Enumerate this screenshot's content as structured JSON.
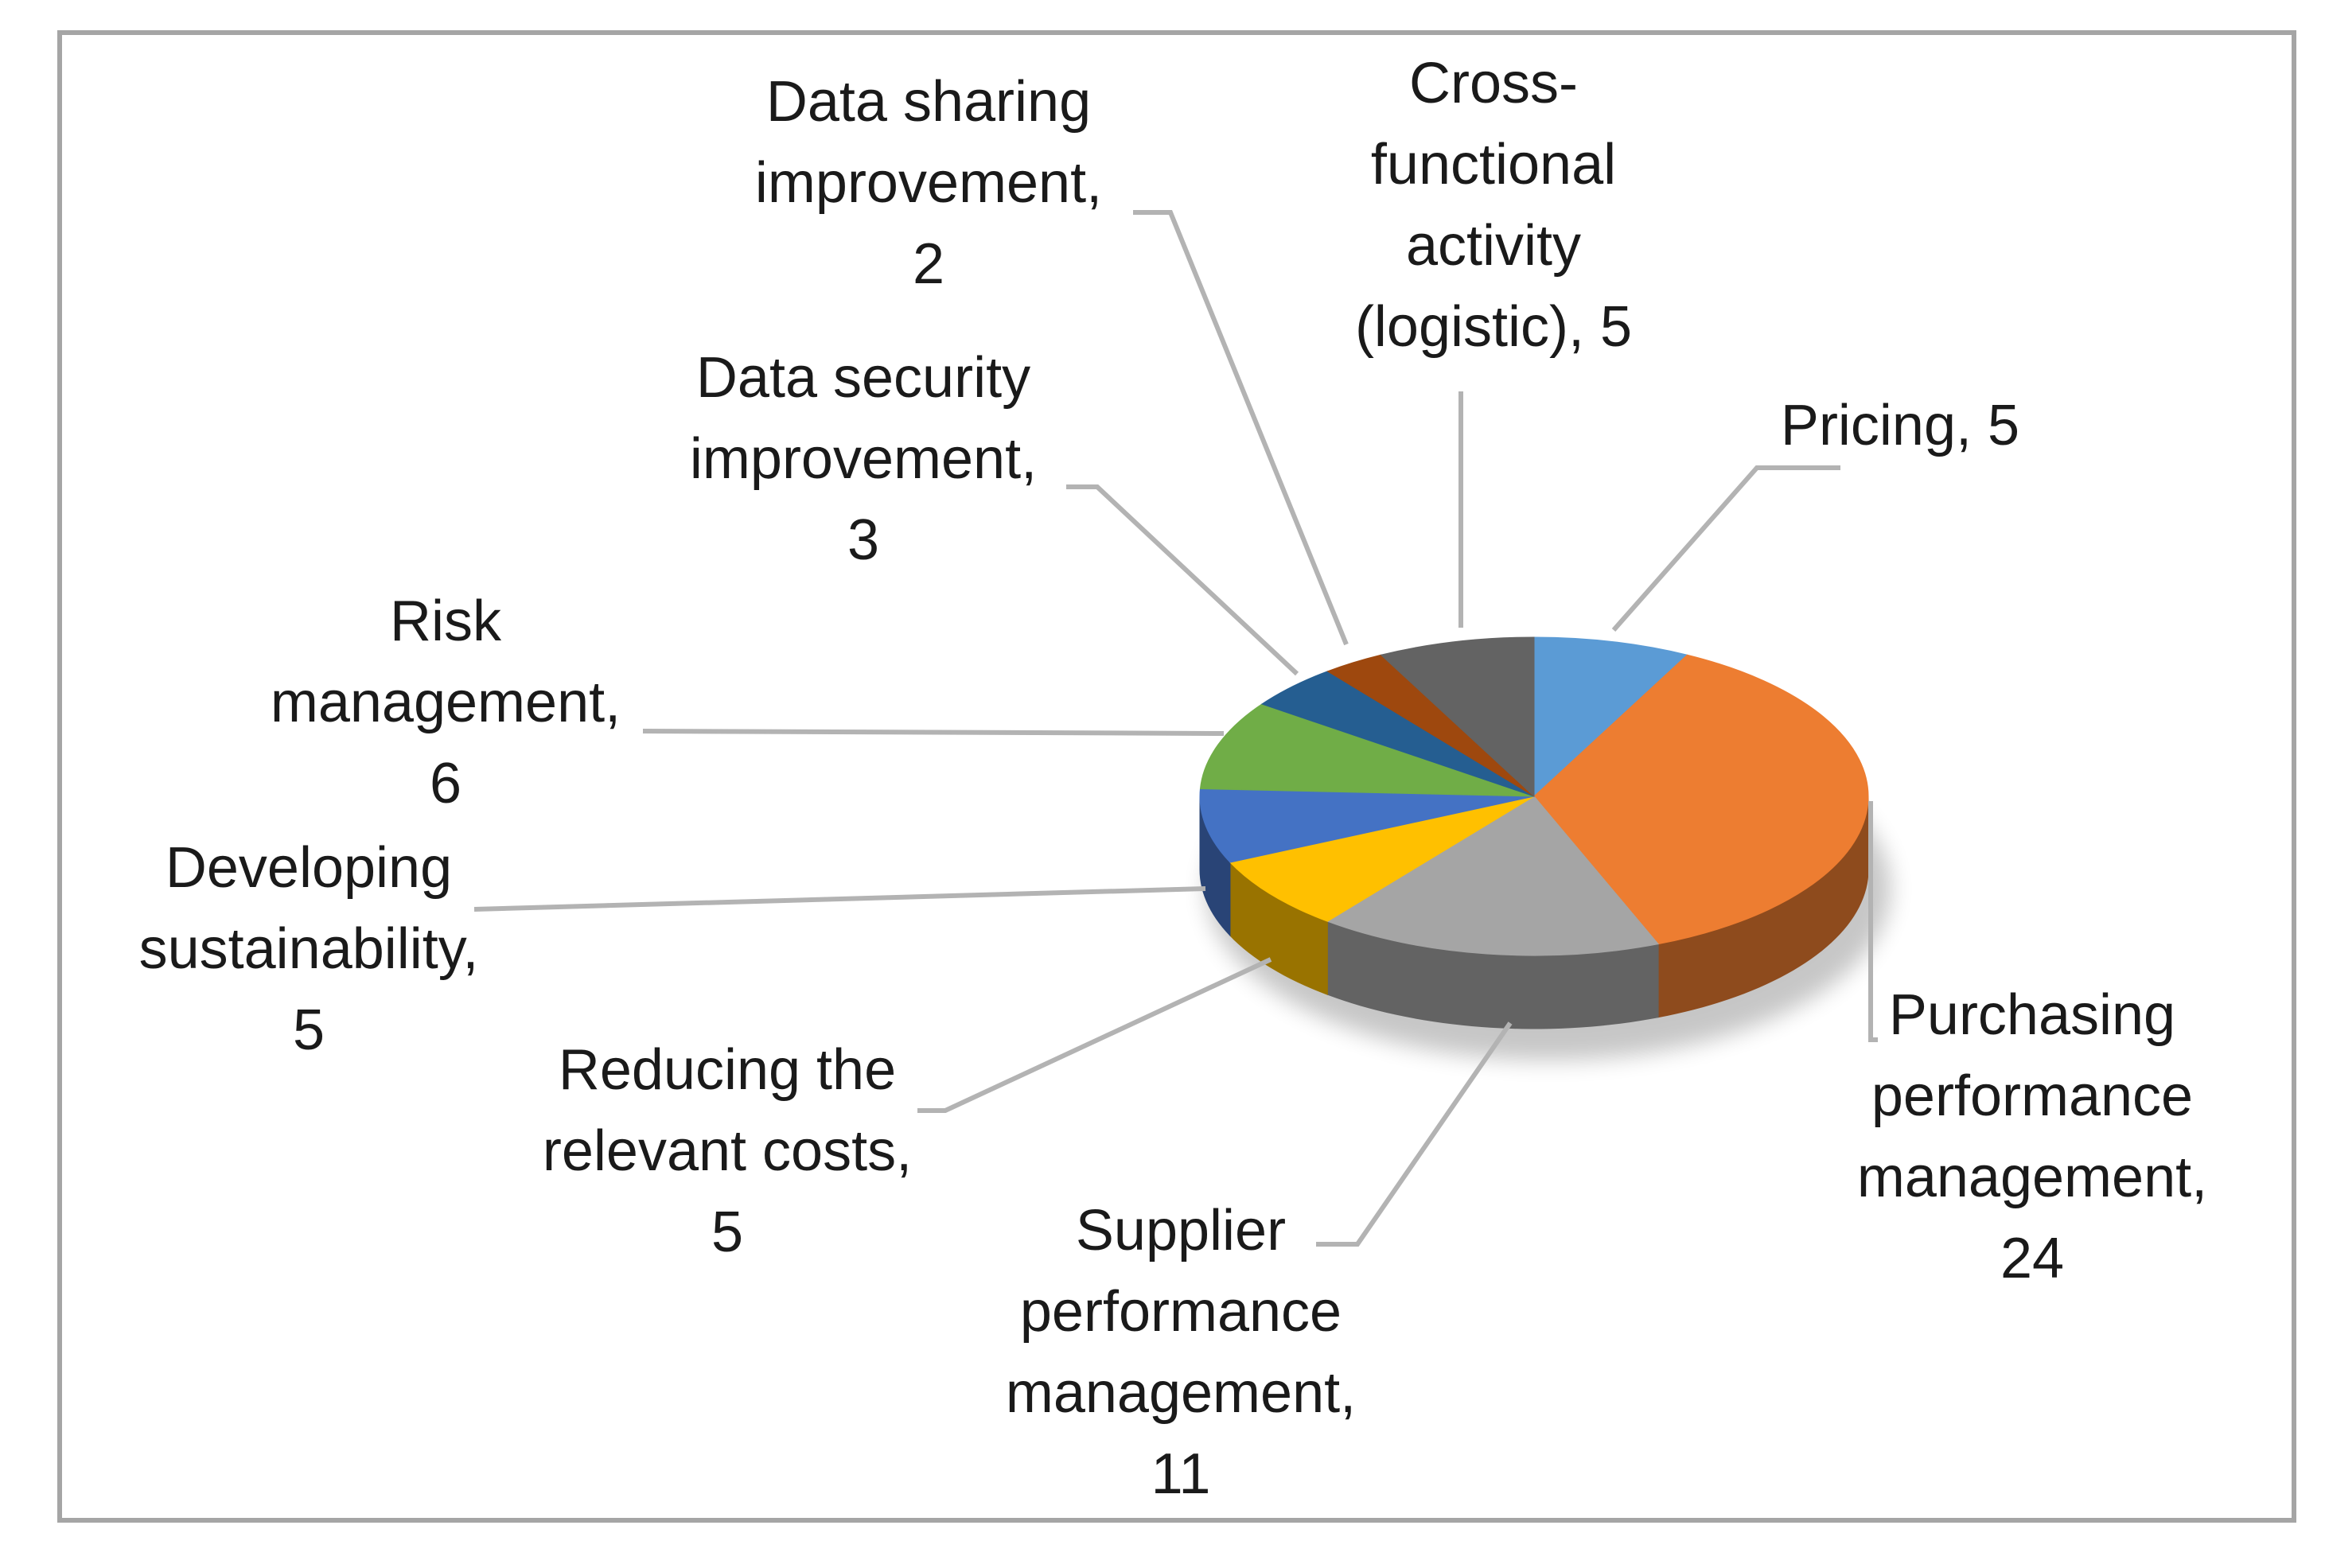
{
  "chart_data": {
    "type": "pie",
    "style": "3d",
    "legend": "none",
    "categories": [
      "Pricing",
      "Purchasing performance management",
      "Supplier performance management",
      "Reducing the relevant costs",
      "Developing sustainability",
      "Risk management",
      "Data security improvement",
      "Data sharing improvement",
      "Cross-functional activity (logistic)"
    ],
    "values": [
      5,
      24,
      11,
      5,
      5,
      6,
      3,
      2,
      5
    ],
    "colors": [
      "#5b9bd5",
      "#ed7d31",
      "#a5a5a5",
      "#ffc000",
      "#4472c4",
      "#70ad47",
      "#255e91",
      "#9e480e",
      "#636363"
    ],
    "labels": [
      [
        "Pricing, 5"
      ],
      [
        "Purchasing",
        "performance",
        "management,",
        "24"
      ],
      [
        "Supplier",
        "performance",
        "management,",
        "11"
      ],
      [
        "Reducing the",
        "relevant costs,",
        "5"
      ],
      [
        "Developing",
        "sustainability,",
        "5"
      ],
      [
        "Risk",
        "management,",
        "6"
      ],
      [
        "Data security",
        "improvement,",
        "3"
      ],
      [
        "Data sharing",
        "improvement,",
        "2"
      ],
      [
        "Cross-",
        "functional",
        "activity",
        "(logistic), 5"
      ]
    ]
  }
}
